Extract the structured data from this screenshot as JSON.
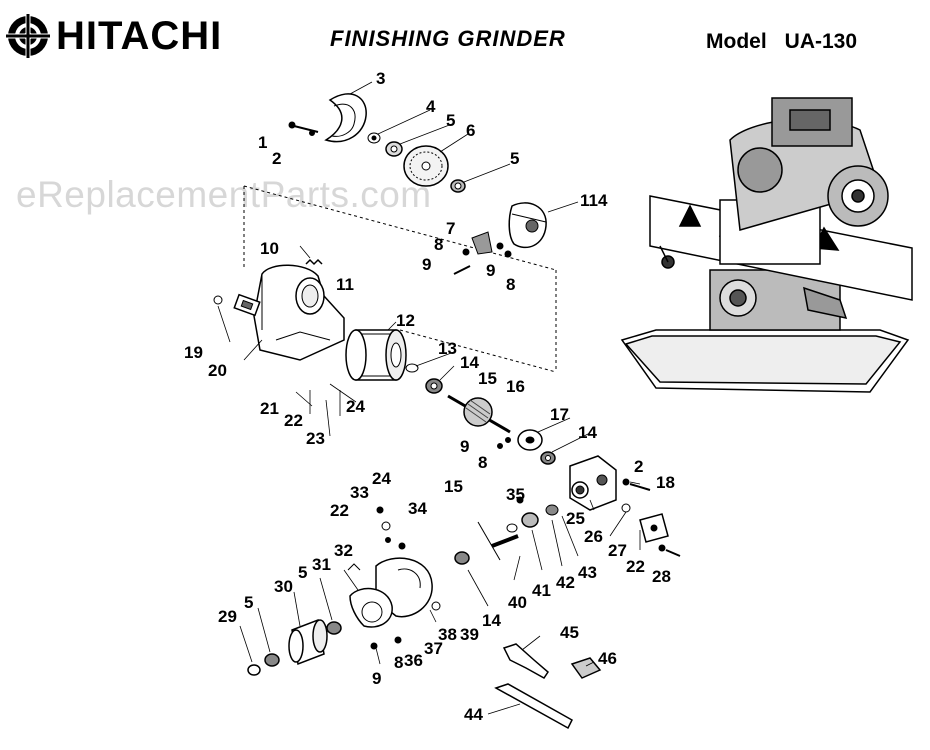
{
  "header": {
    "brand": "HITACHI",
    "logo_icon": "hitachi-emblem-icon",
    "product": "FINISHING GRINDER",
    "model_label": "Model",
    "model_number": "UA-130"
  },
  "watermark": "eReplacementParts.com",
  "parts": [
    "1",
    "2",
    "3",
    "4",
    "5",
    "5",
    "6",
    "7",
    "8",
    "8",
    "9",
    "9",
    "10",
    "11",
    "12",
    "13",
    "14",
    "15",
    "16",
    "17",
    "9",
    "8",
    "14",
    "2",
    "18",
    "19",
    "20",
    "21",
    "22",
    "23",
    "24",
    "24",
    "33",
    "22",
    "34",
    "32",
    "35",
    "15",
    "25",
    "26",
    "27",
    "22",
    "28",
    "31",
    "30",
    "5",
    "29",
    "5",
    "14",
    "40",
    "41",
    "42",
    "43",
    "38",
    "39",
    "36",
    "37",
    "8",
    "9",
    "45",
    "46",
    "44",
    "114"
  ]
}
